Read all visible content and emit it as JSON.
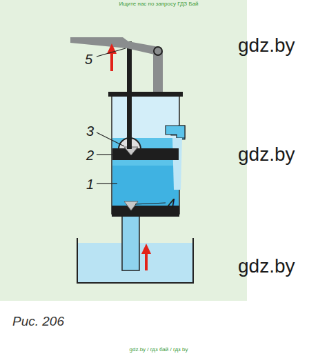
{
  "diagram": {
    "caption": "Рис. 206",
    "labels": [
      "Ищите нас по запросу ГДЗ Бай",
      "gdz.by",
      "5",
      "3",
      "2",
      "gdz.by",
      "1",
      "4",
      "gdz.by",
      "gdz.by / гдз бай / гдз by"
    ]
  }
}
